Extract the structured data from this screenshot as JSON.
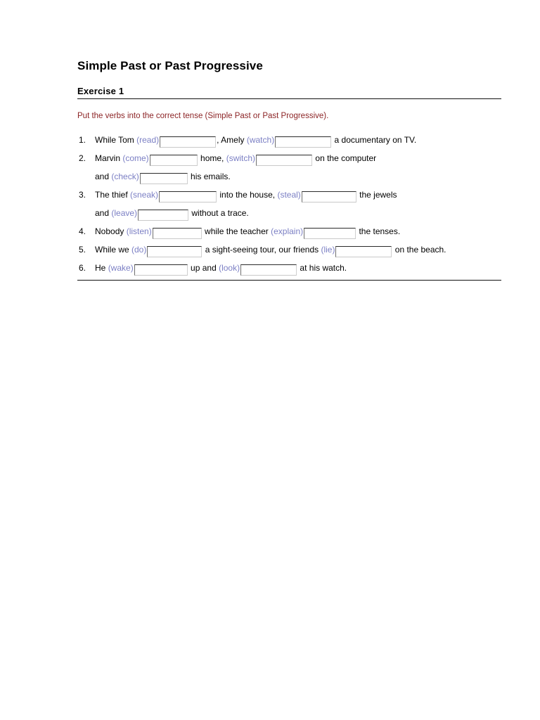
{
  "document": {
    "title": "Simple Past or Past Progressive",
    "exercise_heading": "Exercise 1",
    "instruction": "Put the verbs into the correct tense (Simple Past or Past Progressive)."
  },
  "items": [
    {
      "number": "1.",
      "lines": [
        {
          "parts": [
            {
              "kind": "text",
              "text": "While Tom "
            },
            {
              "kind": "verb",
              "text": "(read)"
            },
            {
              "kind": "blank",
              "width": 78,
              "value": ""
            },
            {
              "kind": "text",
              "text": ", Amely "
            },
            {
              "kind": "verb",
              "text": "(watch)"
            },
            {
              "kind": "blank",
              "width": 78,
              "value": ""
            },
            {
              "kind": "text",
              "text": " a documentary on TV."
            }
          ]
        }
      ]
    },
    {
      "number": "2.",
      "lines": [
        {
          "parts": [
            {
              "kind": "text",
              "text": "Marvin "
            },
            {
              "kind": "verb",
              "text": "(come)"
            },
            {
              "kind": "blank",
              "width": 66,
              "value": ""
            },
            {
              "kind": "text",
              "text": " home, "
            },
            {
              "kind": "verb",
              "text": "(switch)"
            },
            {
              "kind": "blank",
              "width": 78,
              "value": ""
            },
            {
              "kind": "text",
              "text": " on the computer"
            }
          ]
        },
        {
          "parts": [
            {
              "kind": "text",
              "text": "and "
            },
            {
              "kind": "verb",
              "text": "(check)"
            },
            {
              "kind": "blank",
              "width": 66,
              "value": ""
            },
            {
              "kind": "text",
              "text": " his emails."
            }
          ]
        }
      ]
    },
    {
      "number": "3.",
      "lines": [
        {
          "parts": [
            {
              "kind": "text",
              "text": "The thief "
            },
            {
              "kind": "verb",
              "text": "(sneak)"
            },
            {
              "kind": "blank",
              "width": 80,
              "value": ""
            },
            {
              "kind": "text",
              "text": " into the house, "
            },
            {
              "kind": "verb",
              "text": "(steal)"
            },
            {
              "kind": "blank",
              "width": 76,
              "value": ""
            },
            {
              "kind": "text",
              "text": " the jewels"
            }
          ]
        },
        {
          "parts": [
            {
              "kind": "text",
              "text": "and "
            },
            {
              "kind": "verb",
              "text": "(leave)"
            },
            {
              "kind": "blank",
              "width": 70,
              "value": ""
            },
            {
              "kind": "text",
              "text": " without a trace."
            }
          ]
        }
      ]
    },
    {
      "number": "4.",
      "lines": [
        {
          "parts": [
            {
              "kind": "text",
              "text": "Nobody "
            },
            {
              "kind": "verb",
              "text": "(listen)"
            },
            {
              "kind": "blank",
              "width": 68,
              "value": ""
            },
            {
              "kind": "text",
              "text": " while the teacher "
            },
            {
              "kind": "verb",
              "text": "(explain)"
            },
            {
              "kind": "blank",
              "width": 72,
              "value": ""
            },
            {
              "kind": "text",
              "text": " the tenses."
            }
          ]
        }
      ]
    },
    {
      "number": "5.",
      "lines": [
        {
          "parts": [
            {
              "kind": "text",
              "text": "While we "
            },
            {
              "kind": "verb",
              "text": "(do)"
            },
            {
              "kind": "blank",
              "width": 76,
              "value": ""
            },
            {
              "kind": "text",
              "text": " a sight-seeing tour, our friends "
            },
            {
              "kind": "verb",
              "text": "(lie)"
            },
            {
              "kind": "blank",
              "width": 78,
              "value": ""
            },
            {
              "kind": "text",
              "text": " on the beach."
            }
          ]
        }
      ]
    },
    {
      "number": "6.",
      "lines": [
        {
          "parts": [
            {
              "kind": "text",
              "text": "He "
            },
            {
              "kind": "verb",
              "text": "(wake)"
            },
            {
              "kind": "blank",
              "width": 74,
              "value": ""
            },
            {
              "kind": "text",
              "text": " up and "
            },
            {
              "kind": "verb",
              "text": "(look)"
            },
            {
              "kind": "blank",
              "width": 78,
              "value": ""
            },
            {
              "kind": "text",
              "text": " at his watch."
            }
          ]
        }
      ]
    }
  ],
  "colors": {
    "instruction_red": "#8c2426",
    "verb_hint_blue": "#7b7fc4",
    "rule_black": "#111111"
  }
}
